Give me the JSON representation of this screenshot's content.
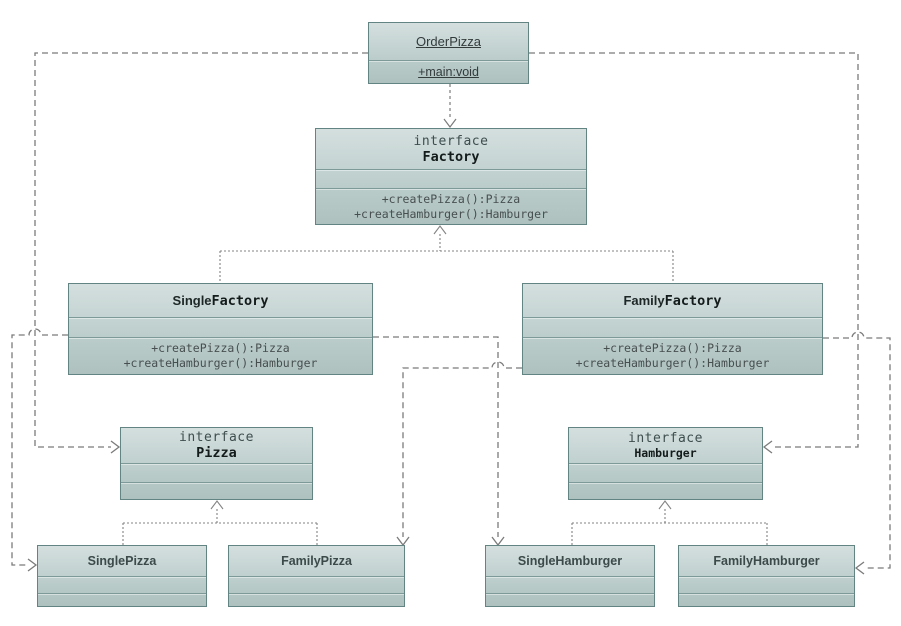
{
  "diagram_type": "UML class diagram — Abstract Factory pattern",
  "colors": {
    "background": "#ffffff",
    "box_border": "#628583",
    "box_fill_top": "#d4dfde",
    "box_fill_bottom": "#aec1bf",
    "connector_gray": "#7b7b7b"
  },
  "classes": {
    "order_pizza": {
      "name": "OrderPizza",
      "methods": [
        "+main:void"
      ]
    },
    "factory": {
      "stereotype": "interface",
      "name": "Factory",
      "methods": [
        "+createPizza():Pizza",
        "+createHamburger():Hamburger"
      ]
    },
    "single_factory": {
      "name_prefix": "Single",
      "name_suffix": "Factory",
      "methods": [
        "+createPizza():Pizza",
        "+createHamburger():Hamburger"
      ]
    },
    "family_factory": {
      "name_prefix": "Family",
      "name_suffix": "Factory",
      "methods": [
        "+createPizza():Pizza",
        "+createHamburger():Hamburger"
      ]
    },
    "pizza": {
      "stereotype": "interface",
      "name": "Pizza"
    },
    "hamburger": {
      "stereotype": "interface",
      "name": "Hamburger"
    },
    "single_pizza": {
      "name": "SinglePizza"
    },
    "family_pizza": {
      "name": "FamilyPizza"
    },
    "single_hamburger": {
      "name": "SingleHamburger"
    },
    "family_hamburger": {
      "name": "FamilyHamburger"
    }
  },
  "relations": [
    {
      "from": "OrderPizza",
      "to": "Factory",
      "type": "dependency"
    },
    {
      "from": "SingleFactory",
      "to": "Factory",
      "type": "realization"
    },
    {
      "from": "FamilyFactory",
      "to": "Factory",
      "type": "realization"
    },
    {
      "from": "OrderPizza",
      "to": "Pizza",
      "type": "dependency"
    },
    {
      "from": "OrderPizza",
      "to": "Hamburger",
      "type": "dependency"
    },
    {
      "from": "SingleFactory",
      "to": "SinglePizza",
      "type": "dependency"
    },
    {
      "from": "SingleFactory",
      "to": "SingleHamburger",
      "type": "dependency"
    },
    {
      "from": "FamilyFactory",
      "to": "FamilyPizza",
      "type": "dependency"
    },
    {
      "from": "FamilyFactory",
      "to": "FamilyHamburger",
      "type": "dependency"
    },
    {
      "from": "SinglePizza",
      "to": "Pizza",
      "type": "realization"
    },
    {
      "from": "FamilyPizza",
      "to": "Pizza",
      "type": "realization"
    },
    {
      "from": "SingleHamburger",
      "to": "Hamburger",
      "type": "realization"
    },
    {
      "from": "FamilyHamburger",
      "to": "Hamburger",
      "type": "realization"
    }
  ]
}
